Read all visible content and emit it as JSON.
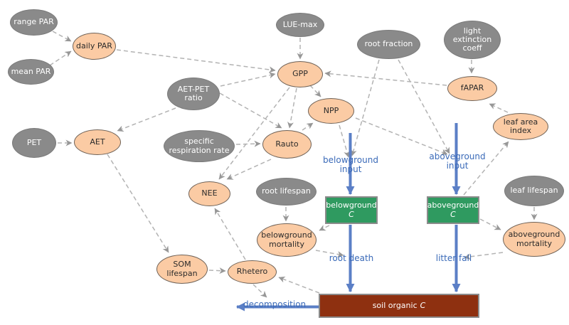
{
  "diagram": {
    "kind": "carbon cycle stock-and-flow model diagram",
    "colors": {
      "input_node_fill": "#8a8a8a",
      "variable_node_fill": "#fbcba4",
      "carbon_stock_fill": "#2f9a60",
      "soil_stock_fill": "#8e3010",
      "flow_arrow": "#5b7fc6",
      "flux_label_text": "#3a6ab8",
      "influence_line": "#b3b3b3"
    },
    "nodes": {
      "range_par": {
        "label": "range PAR"
      },
      "mean_par": {
        "label": "mean PAR"
      },
      "daily_par": {
        "label": "daily PAR"
      },
      "lue_max": {
        "label": "LUE-max"
      },
      "root_fraction": {
        "label": "root fraction"
      },
      "light_extinction_coeff": {
        "label": "light extinction coeff"
      },
      "pet": {
        "label": "PET"
      },
      "aet_pet_ratio": {
        "label": "AET-PET ratio"
      },
      "aet": {
        "label": "AET"
      },
      "specific_respiration_rate": {
        "label": "specific respiration rate"
      },
      "gpp": {
        "label": "GPP"
      },
      "npp": {
        "label": "NPP"
      },
      "rauto": {
        "label": "Rauto"
      },
      "nee": {
        "label": "NEE"
      },
      "fapar": {
        "label": "fAPAR"
      },
      "leaf_area_index": {
        "label": "leaf area index"
      },
      "root_lifespan": {
        "label": "root lifespan"
      },
      "leaf_lifespan": {
        "label": "leaf lifespan"
      },
      "belowground_mortality": {
        "label": "belowground mortality"
      },
      "aboveground_mortality": {
        "label": "aboveground mortality"
      },
      "som_lifespan": {
        "label": "SOM lifespan"
      },
      "rhetero": {
        "label": "Rhetero"
      },
      "belowground_c": {
        "name": "belowground",
        "symbol": "C"
      },
      "aboveground_c": {
        "name": "aboveground",
        "symbol": "C"
      },
      "soil_organic_c": {
        "name": "soil organic",
        "symbol": "C"
      }
    },
    "fluxes": {
      "belowground_input": {
        "label": "belowground input"
      },
      "aboveground_input": {
        "label": "aboveground input"
      },
      "root_death": {
        "label": "root death"
      },
      "litter_fall": {
        "label": "litter fall"
      },
      "decomposition": {
        "label": "decomposition"
      }
    }
  }
}
